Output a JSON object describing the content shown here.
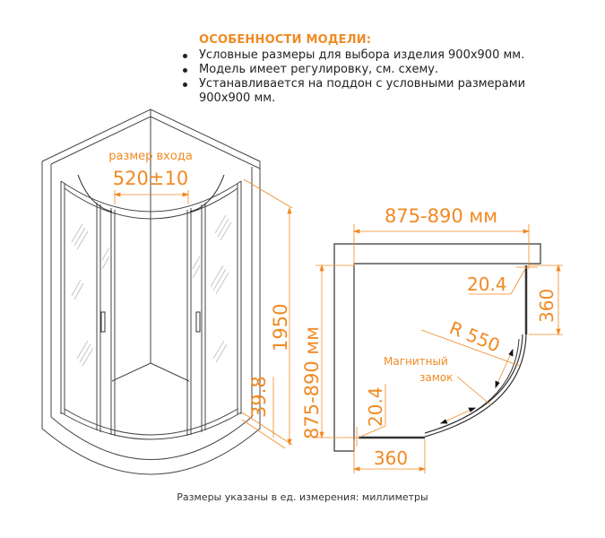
{
  "features": {
    "title": "ОСОБЕННОСТИ МОДЕЛИ:",
    "items": [
      "Условные размеры для выбора изделия 900х900 мм.",
      "Модель имеет регулировку, см. схему.",
      "Устанавливается на поддон с условными размерами 900х900 мм."
    ]
  },
  "front_view": {
    "entry_label": "размер входа",
    "entry_size": "520±10",
    "height": "1950",
    "tray_height": "39.8"
  },
  "plan_view": {
    "width_range": "875-890 мм",
    "depth_range": "875-890 мм",
    "top_offset": "20.4",
    "side_offset": "20.4",
    "right_panel": "360",
    "bottom_panel": "360",
    "radius": "R 550",
    "magnet_label_1": "Магнитный",
    "magnet_label_2": "замок"
  },
  "colors": {
    "accent": "#f08a24",
    "line": "#333333"
  },
  "footer": "Размеры указаны в ед. измерения: миллиметры"
}
